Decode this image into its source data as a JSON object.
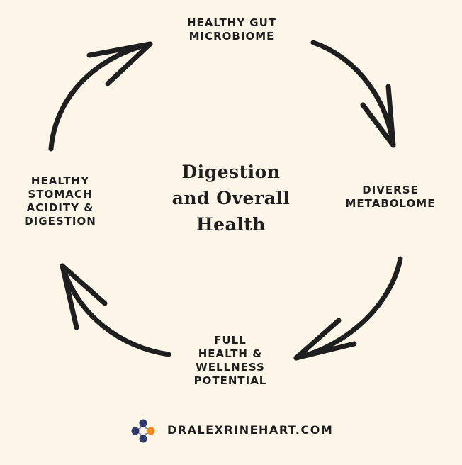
{
  "diagram": {
    "center_title": [
      "Digestion",
      "and Overall",
      "Health"
    ],
    "nodes": {
      "top": [
        "HEALTHY GUT",
        "MICROBIOME"
      ],
      "right": [
        "DIVERSE",
        "METABOLOME"
      ],
      "bottom": [
        "FULL",
        "HEALTH &",
        "WELLNESS",
        "POTENTIAL"
      ],
      "left": [
        "HEALTHY",
        "STOMACH",
        "ACIDITY &",
        "DIGESTION"
      ]
    }
  },
  "footer": {
    "website": "DRALEXRINEHART.COM",
    "logo_icon": "four-dots-cross-logo",
    "colors": {
      "navy": "#2e3a6b",
      "orange": "#f08a24",
      "outline": "#7a84a8"
    }
  },
  "colors": {
    "background": "#fdf6e8",
    "ink": "#1f1f1f"
  }
}
